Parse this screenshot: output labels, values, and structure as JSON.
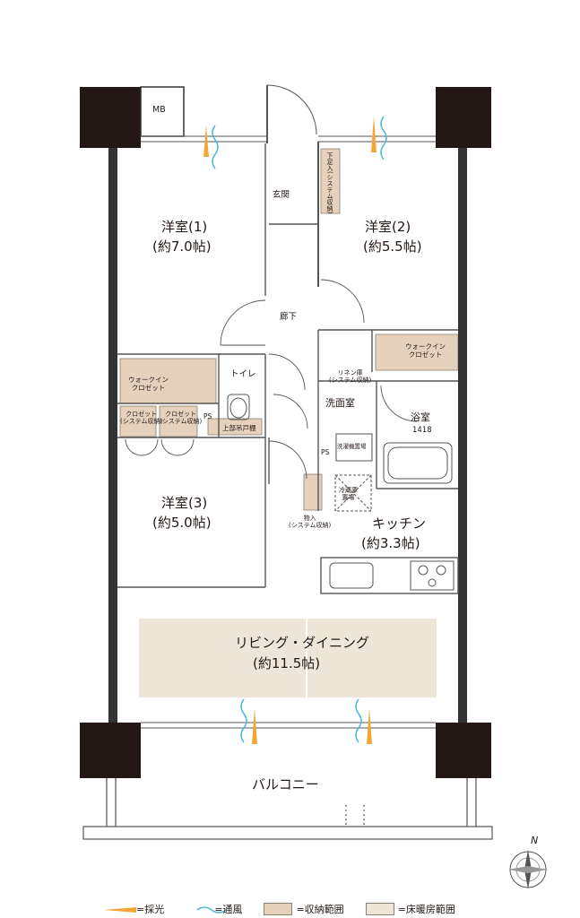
{
  "colors": {
    "wall": "#333333",
    "column": "#231815",
    "storage": "#e6d1bd",
    "floor_heating": "#efe6da",
    "sunlight": "#f3a536",
    "ventilation": "#4bb8d6"
  },
  "labels": {
    "mb": "MB",
    "genkan": "玄関",
    "shoes": "下足入(システム収納)",
    "room1_name": "洋室(1)",
    "room1_size": "(約7.0帖)",
    "room2_name": "洋室(2)",
    "room2_size": "(約5.5帖)",
    "roka": "廊下",
    "wic_left": "ウォークイン\nクロゼット",
    "wic_right": "ウォークイン\nクロゼット",
    "toilet": "トイレ",
    "joubu": "上部吊戸棚",
    "closet_a": "クロゼット\n(システム収納)",
    "closet_b": "クロゼット\n(システム収納)",
    "ps_left": "PS",
    "linen": "リネン庫\n(システム収納)",
    "senmen": "洗面室",
    "yokushitsu": "浴室",
    "yokushitsu_size": "1418",
    "sentaku": "洗濯機置場",
    "ps_right": "PS",
    "reizouko": "冷蔵庫\n置場",
    "monoire": "物入\n(システム収納)",
    "kitchen_name": "キッチン",
    "kitchen_size": "(約3.3帖)",
    "room3_name": "洋室(3)",
    "room3_size": "(約5.0帖)",
    "ld_name": "リビング・ダイニング",
    "ld_size": "(約11.5帖)",
    "balcony": "バルコニー",
    "north": "N"
  },
  "legend": [
    {
      "icon": "sunlight-arrow-icon",
      "label": "=採光"
    },
    {
      "icon": "ventilation-wave-icon",
      "label": "=通風"
    },
    {
      "icon": "storage-swatch-icon",
      "label": "=収納範囲"
    },
    {
      "icon": "floor-heating-swatch-icon",
      "label": "=床暖房範囲"
    }
  ]
}
